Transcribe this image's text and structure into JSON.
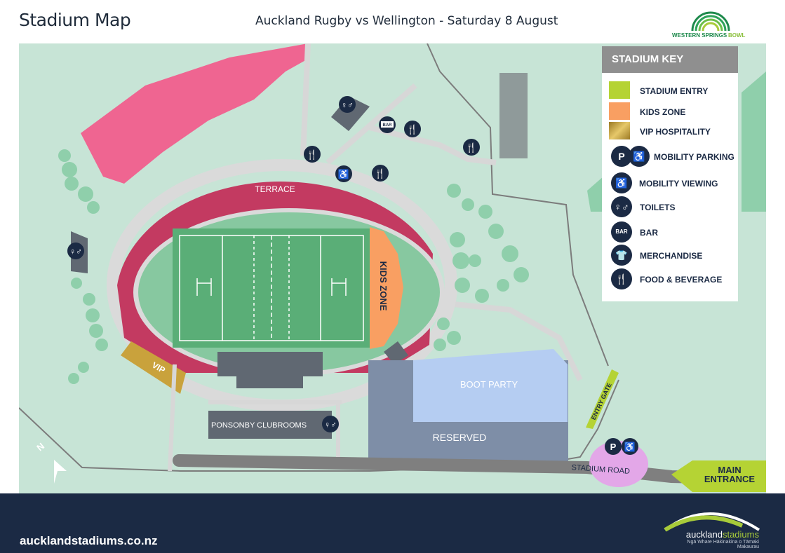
{
  "header": {
    "title": "Stadium Map",
    "event": "Auckland Rugby vs Wellington - Saturday 8 August",
    "venue_logo": {
      "line1": "WESTERN SPRINGS",
      "line2": "BOWL"
    }
  },
  "map": {
    "labels": {
      "terrace": "TERRACE",
      "kids_zone": "KIDS ZONE",
      "vip": "VIP",
      "boot_party": "BOOT PARTY",
      "reserved": "RESERVED",
      "ponsonby": "PONSONBY CLUBROOMS",
      "entry_gate": "ENTRY GATE",
      "stadium_road": "STADIUM ROAD",
      "main_entrance_1": "MAIN",
      "main_entrance_2": "ENTRANCE",
      "north": "N"
    },
    "bar_badge": "BAR",
    "parking_letter": "P"
  },
  "key": {
    "title": "STADIUM KEY",
    "items": [
      {
        "label": "STADIUM ENTRY",
        "color": "#b5d334"
      },
      {
        "label": "KIDS ZONE",
        "color": "#f99f62"
      },
      {
        "label": "VIP HOSPITALITY",
        "color": "#c9a23c"
      },
      {
        "label": "MOBILITY PARKING",
        "icon": "parking-icon"
      },
      {
        "label": "MOBILITY VIEWING",
        "icon": "wheelchair-icon"
      },
      {
        "label": "TOILETS",
        "icon": "toilets-icon"
      },
      {
        "label": "BAR",
        "icon": "bar-icon"
      },
      {
        "label": "MERCHANDISE",
        "icon": "tshirt-icon"
      },
      {
        "label": "FOOD & BEVERAGE",
        "icon": "cutlery-icon"
      }
    ]
  },
  "colors": {
    "ground": "#c7e4d6",
    "grass": "#87c8a0",
    "pitch": "#5aae77",
    "terrace": "#c33a61",
    "pink": "#ef6591",
    "road": "#7f7f7f",
    "navy": "#1b2a44",
    "lime": "#b5d334",
    "orange": "#f99f62",
    "gold": "#c9a23c",
    "boot_party": "#b5cdf2",
    "reserved": "#7e8ea7",
    "building": "#606872",
    "parking": "#e3a7e8"
  },
  "footer": {
    "url": "aucklandstadiums.co.nz",
    "brand_a": "auckland",
    "brand_b": "stadiums",
    "tagline": "Ngā Whare Hākinakina o Tāmaki Makaurau"
  }
}
